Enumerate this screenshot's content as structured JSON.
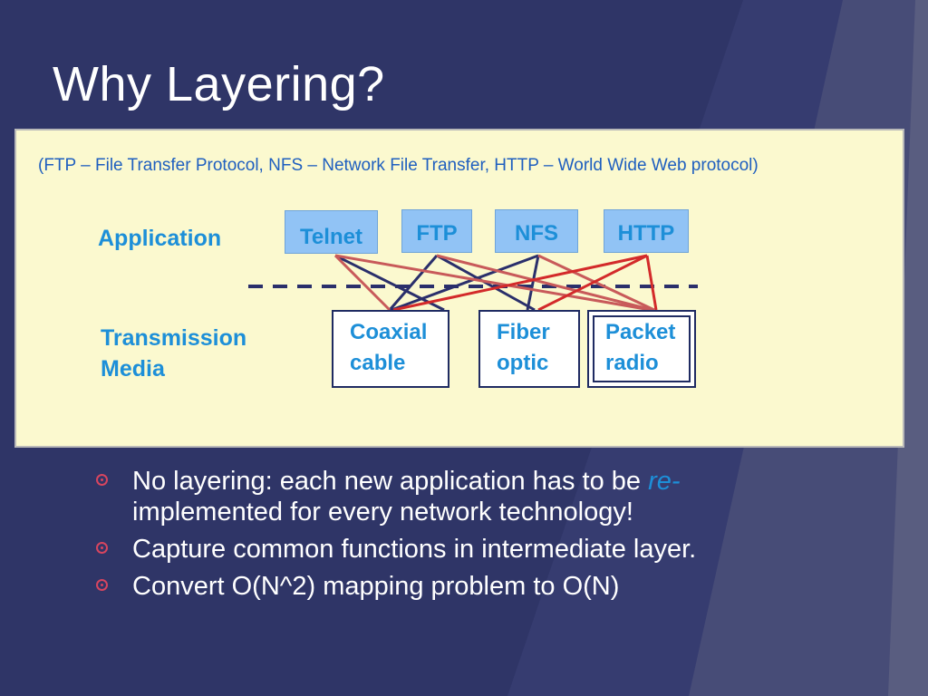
{
  "slide": {
    "title": "Why Layering?"
  },
  "diagram": {
    "caption": "(FTP – File Transfer Protocol, NFS – Network File Transfer, HTTP – World Wide Web protocol)",
    "layer_labels": {
      "application": "Application",
      "transmission_line1": "Transmission",
      "transmission_line2": "Media"
    },
    "applications": [
      "Telnet",
      "FTP",
      "NFS",
      "HTTP"
    ],
    "media": [
      {
        "line1": "Coaxial",
        "line2": "cable"
      },
      {
        "line1": "Fiber",
        "line2": "optic"
      },
      {
        "line1": "Packet",
        "line2": "radio"
      }
    ],
    "colors": {
      "app_box_fill": "#91c3f5",
      "label_text": "#1d8fd8",
      "link_navy": "#2a2f6b",
      "link_red": "#d32a2a",
      "link_rose": "#c85a5a",
      "panel_fill": "#fbf9cf"
    }
  },
  "bullets": [
    {
      "text": "No layering: each new application has to be ",
      "emphasis": "re-",
      "text_after": "implemented for every network technology!"
    },
    {
      "text": "Capture common functions in intermediate layer."
    },
    {
      "text": "Convert O(N^2) mapping problem to O(N)"
    }
  ],
  "theme": {
    "background": "#2f3567",
    "bullet_color": "#d7455f"
  }
}
